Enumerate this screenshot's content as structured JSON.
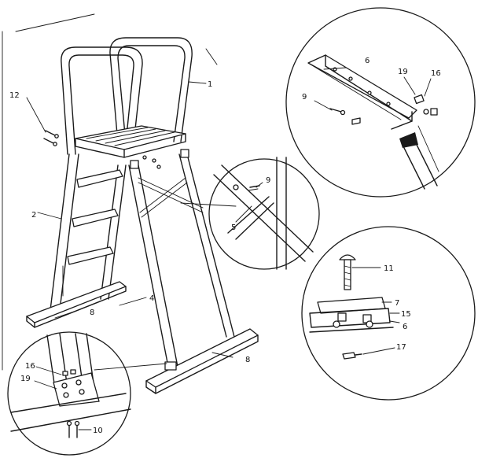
{
  "callouts": {
    "c1": "1",
    "c2": "2",
    "c4": "4",
    "c5": "5",
    "c6a": "6",
    "c6b": "6",
    "c7": "7",
    "c8a": "8",
    "c8b": "8",
    "c9a": "9",
    "c9b": "9",
    "c10": "10",
    "c11": "11",
    "c12": "12",
    "c15": "15",
    "c16a": "16",
    "c16b": "16",
    "c17": "17",
    "c19a": "19",
    "c19b": "19"
  }
}
